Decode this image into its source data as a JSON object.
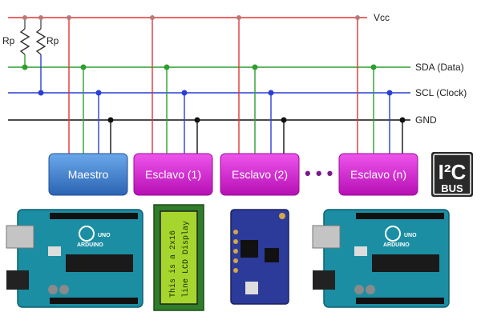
{
  "bus": {
    "vcc": "Vcc",
    "sda": "SDA (Data)",
    "scl": "SCL (Clock)",
    "gnd": "GND"
  },
  "resistors": [
    "Rp",
    "Rp"
  ],
  "nodes": {
    "master": "Maestro",
    "slave1": "Esclavo (1)",
    "slave2": "Esclavo (2)",
    "slaven": "Esclavo (n)"
  },
  "ellipsis": "• • •",
  "logo": {
    "top": "I²C",
    "bottom": "BUS"
  },
  "lcd": {
    "line1": "This is a 2x16",
    "line2": "line LCD Display"
  },
  "boards": {
    "uno_text": "UNO",
    "arduino_text": "ARDUINO"
  },
  "colors": {
    "vcc": "#e53333",
    "sda": "#2e9e2e",
    "scl": "#2a3fd6",
    "gnd": "#111111",
    "master_fill": "#3b7fd0",
    "slave_fill": "#d81fd6",
    "logo_bg": "#2a2a2a"
  }
}
